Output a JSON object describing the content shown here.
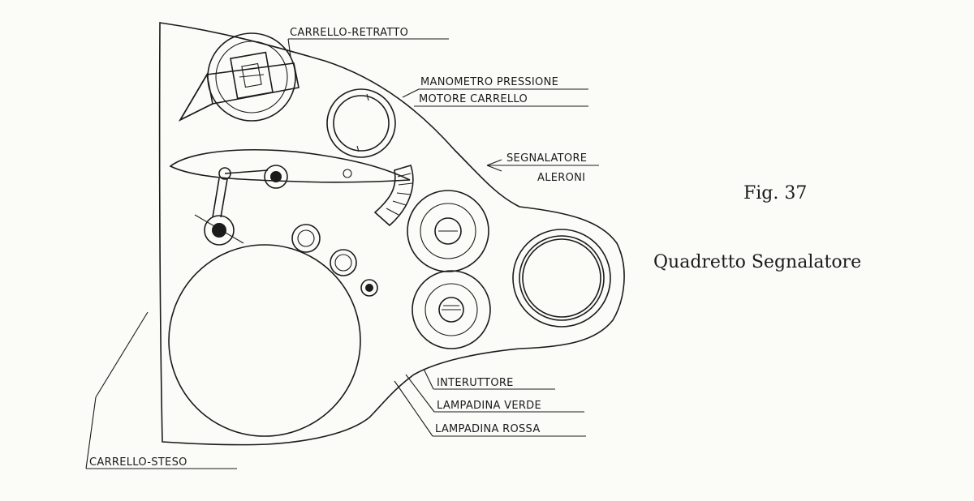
{
  "figure": {
    "number": "Fig. 37",
    "caption": "Quadretto Segnalatore"
  },
  "labels": {
    "carrello_retratto": "CARRELLO-RETRATTO",
    "manometro_line1": "MANOMETRO PRESSIONE",
    "manometro_line2": "MOTORE CARRELLO",
    "segnalatore_line1": "SEGNALATORE",
    "segnalatore_line2": "ALERONI",
    "interuttore": "INTERUTTORE",
    "lampadina_verde": "LAMPADINA VERDE",
    "lampadina_rossa": "LAMPADINA ROSSA",
    "carrello_steso": "CARRELLO-STESO"
  },
  "colors": {
    "ink": "#1b1b1b",
    "paper": "#fbfbf8"
  }
}
